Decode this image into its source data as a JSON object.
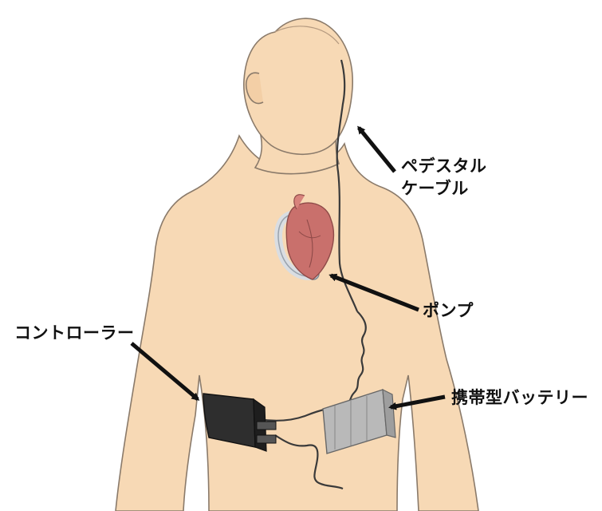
{
  "labels": {
    "pedestal_cable_line1": "ペデスタル",
    "pedestal_cable_line2": "ケーブル",
    "pump": "ポンプ",
    "controller": "コントローラー",
    "portable_battery": "携帯型バッテリー"
  },
  "colors": {
    "skin": "#f7d9b5",
    "outline": "#8a7a6a",
    "heart": "#c9706c",
    "cable": "#3a3a3a",
    "controller": "#2e2e2e",
    "battery": "#b9b9b9",
    "arrow": "#111111"
  }
}
